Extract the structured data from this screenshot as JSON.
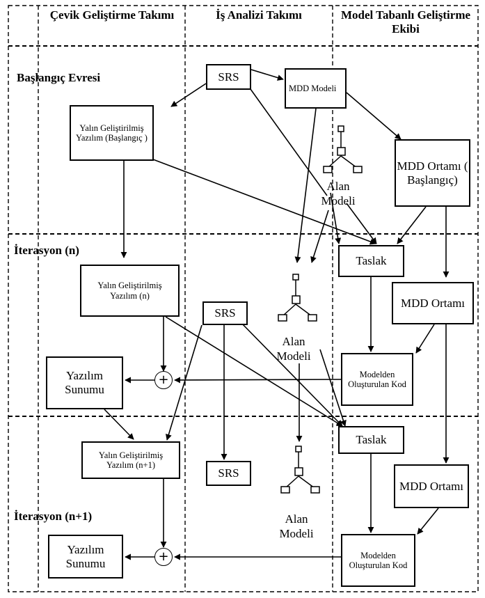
{
  "columns": {
    "agile": "Çevik Geliştirme Takımı",
    "analysis": "İş Analizi Takımı",
    "mdd": "Model Tabanlı Geliştirme Ekibi"
  },
  "phases": {
    "start": "Başlangıç Evresi",
    "iter_n": "İterasyon (n)",
    "iter_n1": "İterasyon (n+1)"
  },
  "start": {
    "srs": "SRS",
    "mdd_model": "MDD Modeli",
    "lean_software": "Yalın Geliştirilmiş Yazılım (Başlangıç )",
    "domain_model": "Alan Modeli",
    "mdd_env": "MDD Ortamı ( Başlangıç)"
  },
  "iter_n": {
    "draft": "Taslak",
    "lean_software": "Yalın Geliştirilmiş Yazılım (n)",
    "mdd_env": "MDD Ortamı",
    "srs": "SRS",
    "domain_model": "Alan Modeli",
    "release": "Yazılım Sunumu",
    "plus": "+",
    "generated_code": "Modelden Oluşturulan Kod"
  },
  "iter_n1": {
    "draft": "Taslak",
    "lean_software": "Yalın Geliştirilmiş Yazılım (n+1)",
    "srs": "SRS",
    "mdd_env": "MDD Ortamı",
    "domain_model": "Alan Modeli",
    "release": "Yazılım Sunumu",
    "plus": "+",
    "generated_code": "Modelden Oluşturulan Kod"
  }
}
